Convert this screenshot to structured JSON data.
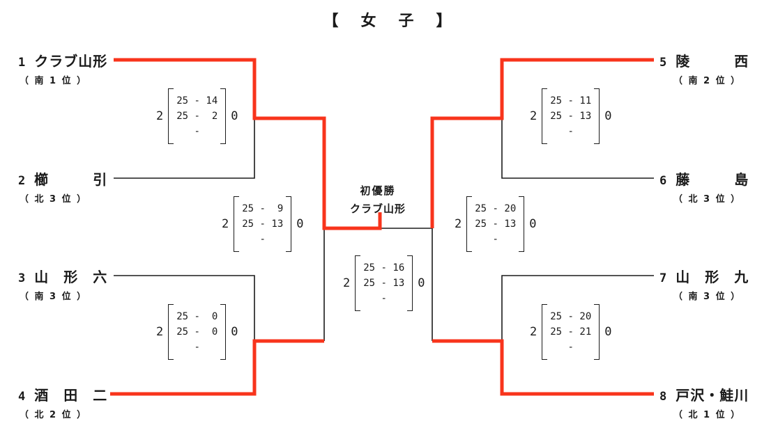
{
  "title": "【　女　子　】",
  "colors": {
    "line": "#1a1a1a",
    "winner": "#f8341c"
  },
  "champion": {
    "caption": "初優勝",
    "name": "クラブ山形"
  },
  "teams": [
    {
      "seed": "1",
      "name": "クラブ山形",
      "rank": "（ 南 1 位 ）"
    },
    {
      "seed": "2",
      "name": "櫛　　　引",
      "rank": "（ 北 3 位 ）"
    },
    {
      "seed": "3",
      "name": "山　形　六",
      "rank": "（ 南 3 位 ）"
    },
    {
      "seed": "4",
      "name": "酒　田　二",
      "rank": "（ 北 2 位 ）"
    },
    {
      "seed": "5",
      "name": "陵　　　西",
      "rank": "（ 南 2 位 ）"
    },
    {
      "seed": "6",
      "name": "藤　　　島",
      "rank": "（ 北 3 位 ）"
    },
    {
      "seed": "7",
      "name": "山　形　九",
      "rank": "（ 南 3 位 ）"
    },
    {
      "seed": "8",
      "name": "戸沢・鮭川",
      "rank": "（ 北 1 位 ）"
    }
  ],
  "matches": {
    "qf1": {
      "left_games": "2",
      "right_games": "0",
      "sets": [
        "25 - 14",
        "25 -  2",
        "   -   "
      ]
    },
    "qf2": {
      "left_games": "2",
      "right_games": "0",
      "sets": [
        "25 -  0",
        "25 -  0",
        "   -   "
      ]
    },
    "qf3": {
      "left_games": "2",
      "right_games": "0",
      "sets": [
        "25 - 11",
        "25 - 13",
        "   -   "
      ]
    },
    "qf4": {
      "left_games": "2",
      "right_games": "0",
      "sets": [
        "25 - 20",
        "25 - 21",
        "   -   "
      ]
    },
    "sf1": {
      "left_games": "2",
      "right_games": "0",
      "sets": [
        "25 -  9",
        "25 - 13",
        "   -   "
      ]
    },
    "sf2": {
      "left_games": "2",
      "right_games": "0",
      "sets": [
        "25 - 20",
        "25 - 13",
        "   -   "
      ]
    },
    "final": {
      "left_games": "2",
      "right_games": "0",
      "sets": [
        "25 - 16",
        "25 - 13",
        "   -   "
      ]
    }
  }
}
